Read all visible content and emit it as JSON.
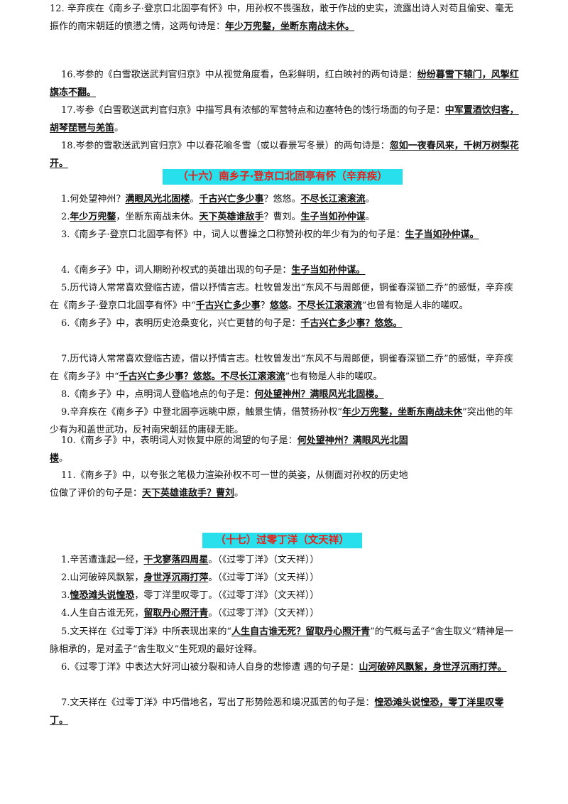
{
  "items16pre": [
    [
      [
        "16.岑参的《白雪歌送武判官归京》中从视觉角度看，色彩鲜明，红白映衬的两句诗是：",
        0
      ],
      [
        "纷纷暮雪下辕门，风掣红旗冻不翻。",
        1
      ]
    ],
    [
      [
        "17.岑参《白雪歌送武判官归京》中描写具有浓郁的军营特点和边塞特色的饯行场面的句子是：",
        0
      ],
      [
        "中军置酒饮归客，胡琴琵琶与羌笛",
        1
      ],
      [
        "。",
        0
      ]
    ],
    [
      [
        "18.岑参的雪歌送武判官归京》中以春花喻冬雪（或以春景写冬景）的两句诗是：",
        0
      ],
      [
        "忽如一夜春风来，千树万树梨花开。",
        1
      ]
    ]
  ],
  "sec16": "（十六）南乡子·登京口北固亭有怀（辛弃疾）",
  "items16": [
    [
      [
        "1.何处望神州？",
        0
      ],
      [
        "满眼风光北固楼",
        1
      ],
      [
        "。",
        0
      ],
      [
        "千古兴亡多少事",
        1
      ],
      [
        "？悠悠。",
        0
      ],
      [
        "不尽长江滚滚流",
        1
      ],
      [
        "。",
        0
      ]
    ],
    [
      [
        "2.",
        0
      ],
      [
        "年少万兜鍪",
        1
      ],
      [
        "，坐断东南战未休。",
        0
      ],
      [
        "天下英雄谁敌手",
        1
      ],
      [
        "？曹刘。",
        0
      ],
      [
        "生子当如孙仲谋",
        1
      ],
      [
        "。",
        0
      ]
    ],
    [
      [
        "3.《南乡子·登京口北固亭有怀》中，词人以曹操之口称赞孙权的年少有为的句子是：",
        0
      ],
      [
        "生子当如孙仲谋。",
        1
      ]
    ],
    [
      [
        "4.《南乡子》中，词人期盼孙权式的英雄出现的句子是：",
        0
      ],
      [
        "生子当如孙仲谋。",
        1
      ]
    ],
    [
      [
        "5.历代诗人常常喜欢登临古迹，借以抒情言志。杜牧曾发出“东风不与周郎便，铜雀春深锁二乔”的感慨，辛弃疾在《南乡子·登京口北固亭有怀》中“",
        0
      ],
      [
        "千古兴亡多少事",
        1
      ],
      [
        "？",
        0
      ],
      [
        "悠悠",
        1
      ],
      [
        "。",
        0
      ],
      [
        "不尽长江滚滚流",
        1
      ],
      [
        "”也曾有物是人非的嗟叹。",
        0
      ]
    ],
    [
      [
        "6.《南乡子》中，表明历史沧桑变化，兴亡更替的句子是：",
        0
      ],
      [
        "千古兴亡多少事？悠悠。",
        1
      ]
    ],
    [
      [
        "7.历代诗人常常喜欢登临古迹，借以抒情言志。杜牧曾发出“东风不与周郎便，铜雀春深锁二乔”的感慨，辛弃疾在《南乡子》中“",
        0
      ],
      [
        "千古兴亡多少事？悠悠。不尽长江滚滚流",
        1
      ],
      [
        "”也有物是人非的嗟叹。",
        0
      ]
    ],
    [
      [
        "8.《南乡子》中，点明词人登临地点的句子是：",
        0
      ],
      [
        "何处望神州？满眼风光北固楼。",
        1
      ]
    ],
    [
      [
        "9.辛弃疾在《南乡子》中登北固亭远眺中原，触景生情，借赞扬孙权“",
        0
      ],
      [
        "年少万兜鍪，坐断东南战未休",
        1
      ],
      [
        "”突出他的年少有为和盖世武功，反衬南宋朝廷的庸碌无能。",
        0
      ]
    ],
    [
      [
        "10.《南乡子》中，表明词人对恢复中原的渴望的句子是：",
        0
      ],
      [
        "何处望神州？满眼风光北固",
        1
      ]
    ],
    [
      [
        "楼",
        1
      ],
      [
        "。",
        0
      ]
    ],
    [
      [
        "11.《南乡子》中，以夸张之笔极力渲染孙权不可一世的英姿，从侧面对孙权的历史地",
        0
      ]
    ],
    [
      [
        "位做了评价的句子是：",
        0
      ],
      [
        "天下英雄谁敌手？曹刘",
        1
      ],
      [
        "。",
        0
      ]
    ],
    [
      [
        "12. 辛弃疾在《南乡子·登京口北固亭有怀》中，用孙权不畏强敌，敢于作战的史实，流露出诗人对苟且偷安、毫无振作的南宋朝廷的愤懑之情，这两句诗是：",
        0
      ],
      [
        "年少万兜鍪，坐断东南战未休。",
        1
      ]
    ]
  ],
  "sec17": "（十七）过零丁洋（文天祥）",
  "items17": [
    [
      [
        "1.辛苦遭逢起一经，",
        0
      ],
      [
        "干戈寥落四周星",
        1
      ],
      [
        "。（《过零丁洋》（文天祥））",
        0
      ]
    ],
    [
      [
        "2.山河破碎风飘絮，",
        0
      ],
      [
        "身世浮沉雨打萍",
        1
      ],
      [
        "。（《过零丁洋》（文天祥））",
        0
      ]
    ],
    [
      [
        "3.",
        0
      ],
      [
        "惶恐滩头说惶恐",
        1
      ],
      [
        "，零丁洋里叹零丁。（《过零丁洋》（文天祥））",
        0
      ]
    ],
    [
      [
        "4.人生自古谁无死，",
        0
      ],
      [
        "留取丹心照汗青",
        1
      ],
      [
        "。（《过零丁洋》（文天祥））",
        0
      ]
    ],
    [
      [
        "5.文天祥在《过零丁洋》中所表现出来的“",
        0
      ],
      [
        "人生自古谁无死？留取丹心照汗青",
        1
      ],
      [
        "”的气概与孟子“舍生取义”精神是一脉相承的，是对孟子“舍生取义”生死观的最好诠释。",
        0
      ]
    ],
    [
      [
        "6.《过零丁洋》中表达大好河山被分裂和诗人自身的悲惨遭 遇的句子是：",
        0
      ],
      [
        "山河破碎风飘絮，身世浮沉雨打萍。",
        1
      ]
    ],
    [
      [
        "7.文天祥在《过零丁洋》中巧借地名，写出了形势险恶和境况孤苦的句子是：",
        0
      ],
      [
        "惶恐滩头说惶恐，零丁洋里叹零丁。",
        1
      ]
    ]
  ]
}
